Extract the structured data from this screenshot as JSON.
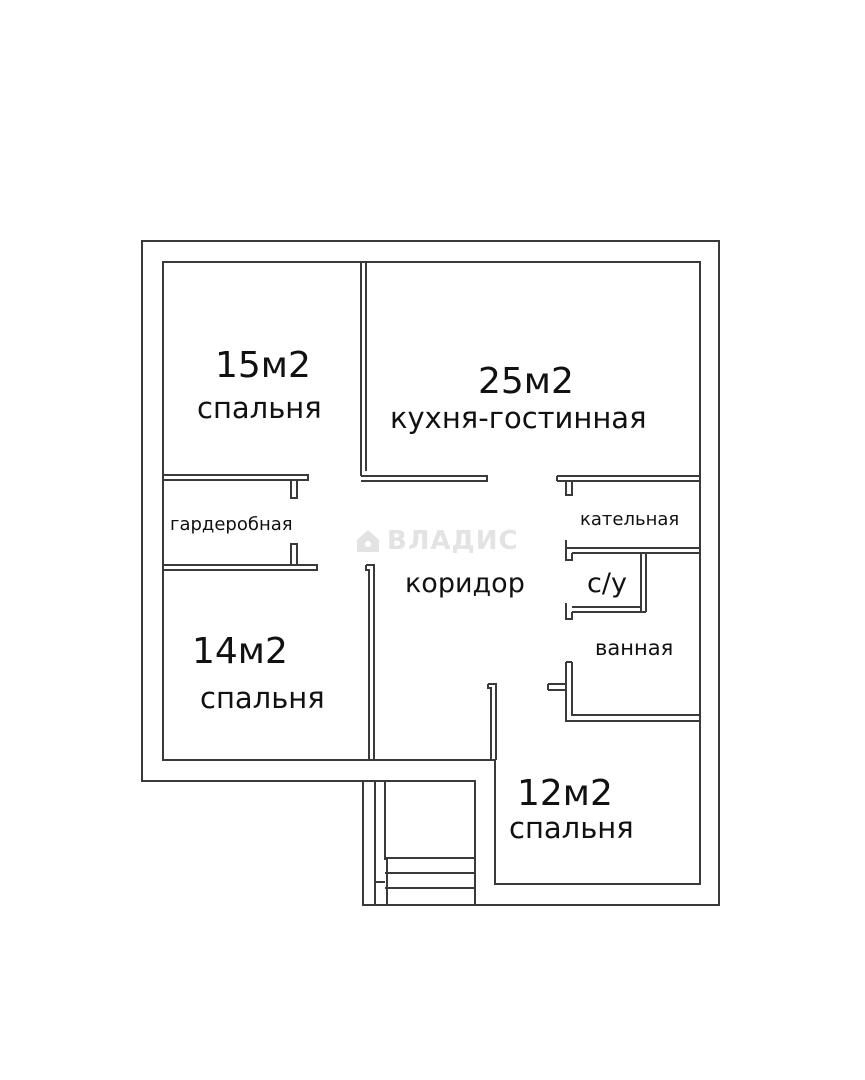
{
  "plan": {
    "rooms": [
      {
        "id": "bedroom-15",
        "area": "15м2",
        "name": "спальня"
      },
      {
        "id": "kitchen-living",
        "area": "25м2",
        "name": "кухня-гостинная"
      },
      {
        "id": "wardrobe",
        "name": "гардеробная"
      },
      {
        "id": "corridor",
        "name": "коридор"
      },
      {
        "id": "boiler",
        "name": "кательная"
      },
      {
        "id": "wc",
        "name": "с/у"
      },
      {
        "id": "bathroom",
        "name": "ванная"
      },
      {
        "id": "bedroom-14",
        "area": "14м2",
        "name": "спальня"
      },
      {
        "id": "bedroom-12",
        "area": "12м2",
        "name": "спальня"
      }
    ],
    "watermark": {
      "text": "ВЛАДИС",
      "icon": "house-logo-icon"
    },
    "colors": {
      "wall": "#3a3a3a",
      "background": "#ffffff",
      "watermark": "#e3e3e3"
    }
  }
}
